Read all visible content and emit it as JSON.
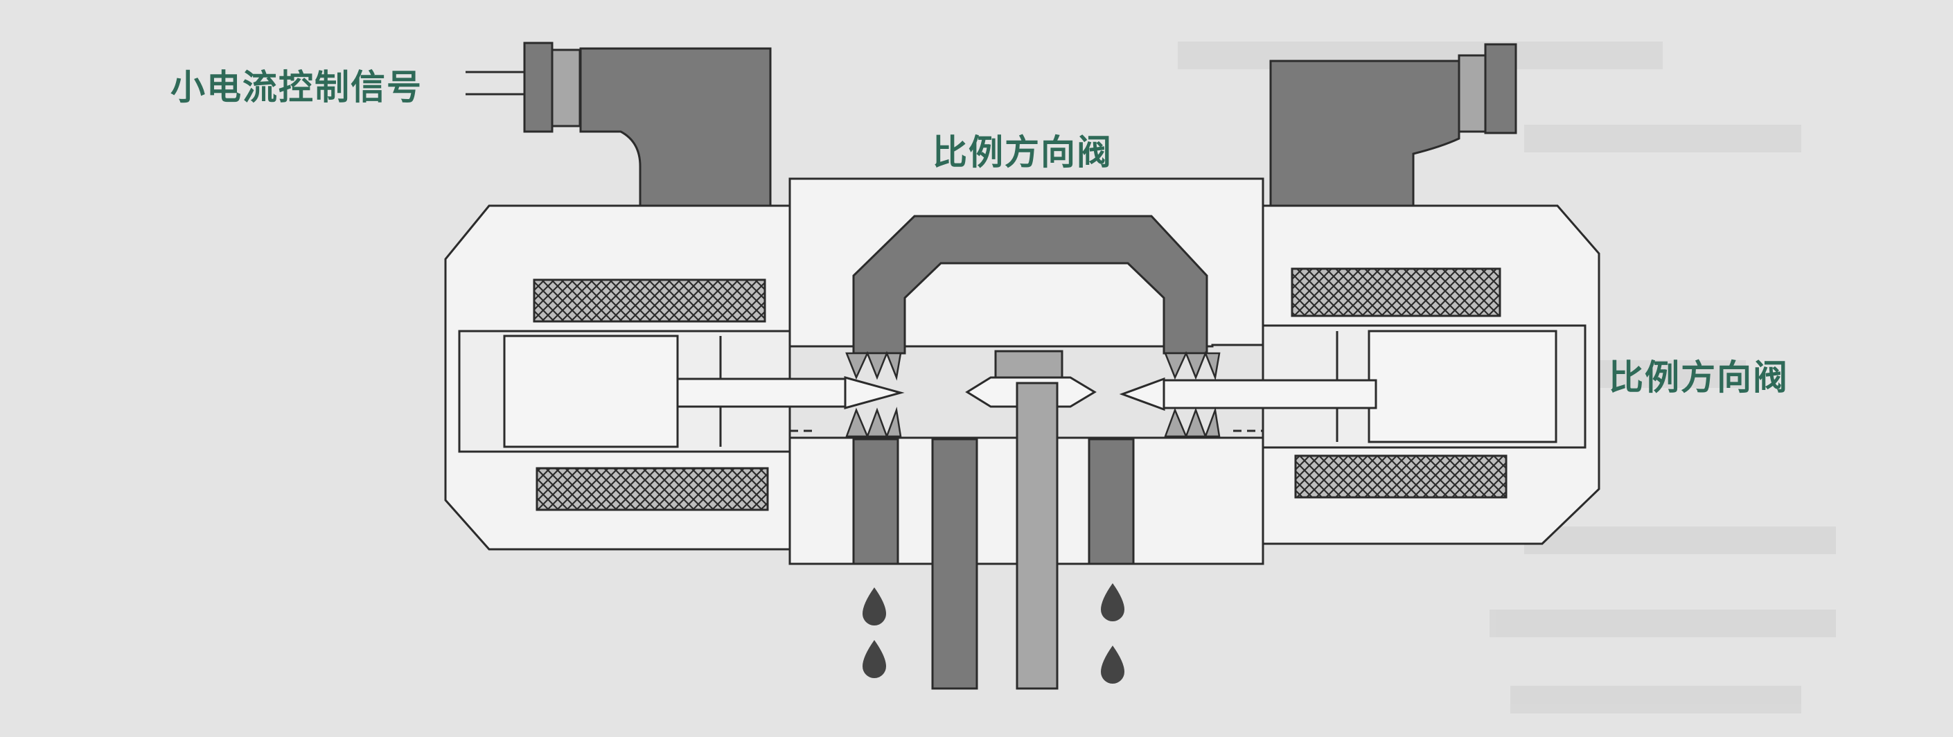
{
  "labels": {
    "signal_label": "小电流控制信号",
    "valve_label_center": "比例方向阀",
    "valve_label_right": "比例方向阀"
  },
  "colors": {
    "background": "#e4e4e4",
    "label_text": "#2f6a58",
    "dark_gray": "#7a7a7a",
    "mid_gray": "#a7a7a7",
    "outline": "#2b2b2b",
    "oil_drop": "#444444"
  },
  "icons": [
    "solenoid-coil-hatched",
    "oil-drop-icon",
    "spring-icon",
    "poppet-needle-icon"
  ]
}
